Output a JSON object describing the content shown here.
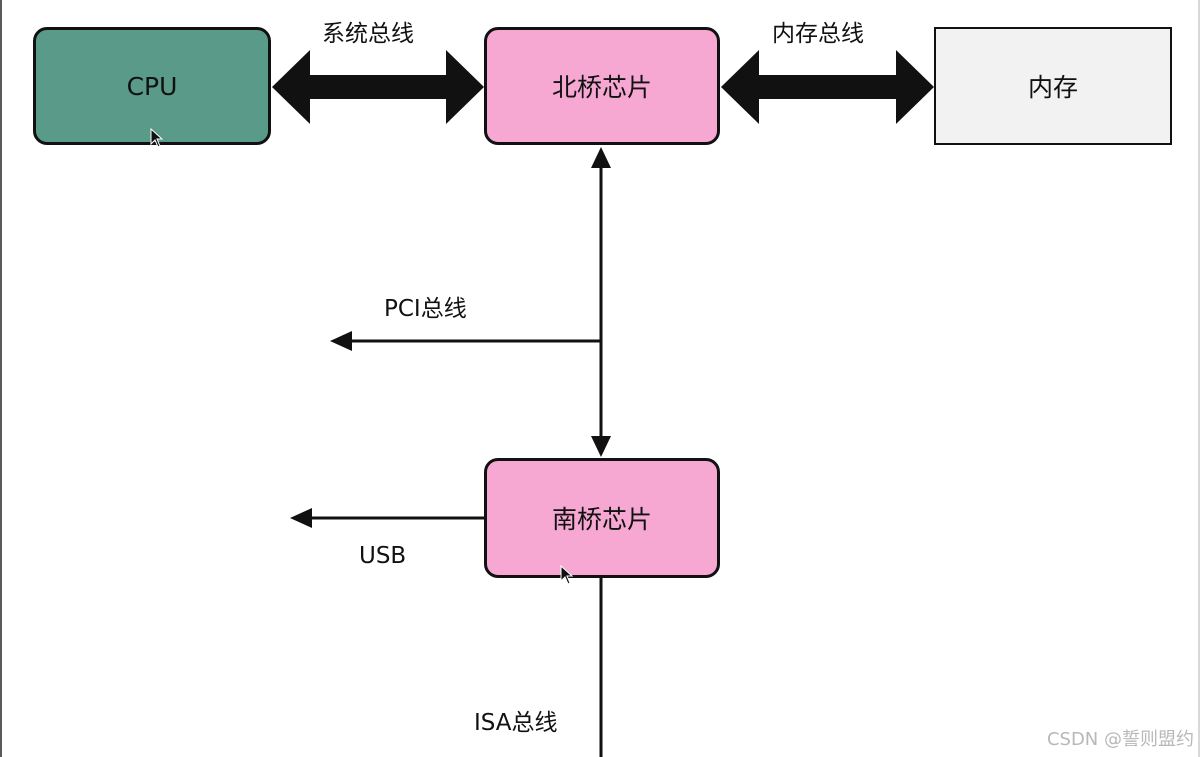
{
  "nodes": {
    "cpu": "CPU",
    "north_bridge": "北桥芯片",
    "memory": "内存",
    "south_bridge": "南桥芯片"
  },
  "edges": {
    "system_bus": "系统总线",
    "memory_bus": "内存总线",
    "pci_bus": "PCI总线",
    "usb": "USB",
    "isa_bus": "ISA总线"
  },
  "watermark": "CSDN @誓则盟约",
  "colors": {
    "cpu_fill": "#5a9a88",
    "bridge_fill": "#f6a8d2",
    "memory_fill": "#f2f2f2",
    "line": "#111111"
  },
  "icons": [
    "mouse-pointer-icon"
  ]
}
